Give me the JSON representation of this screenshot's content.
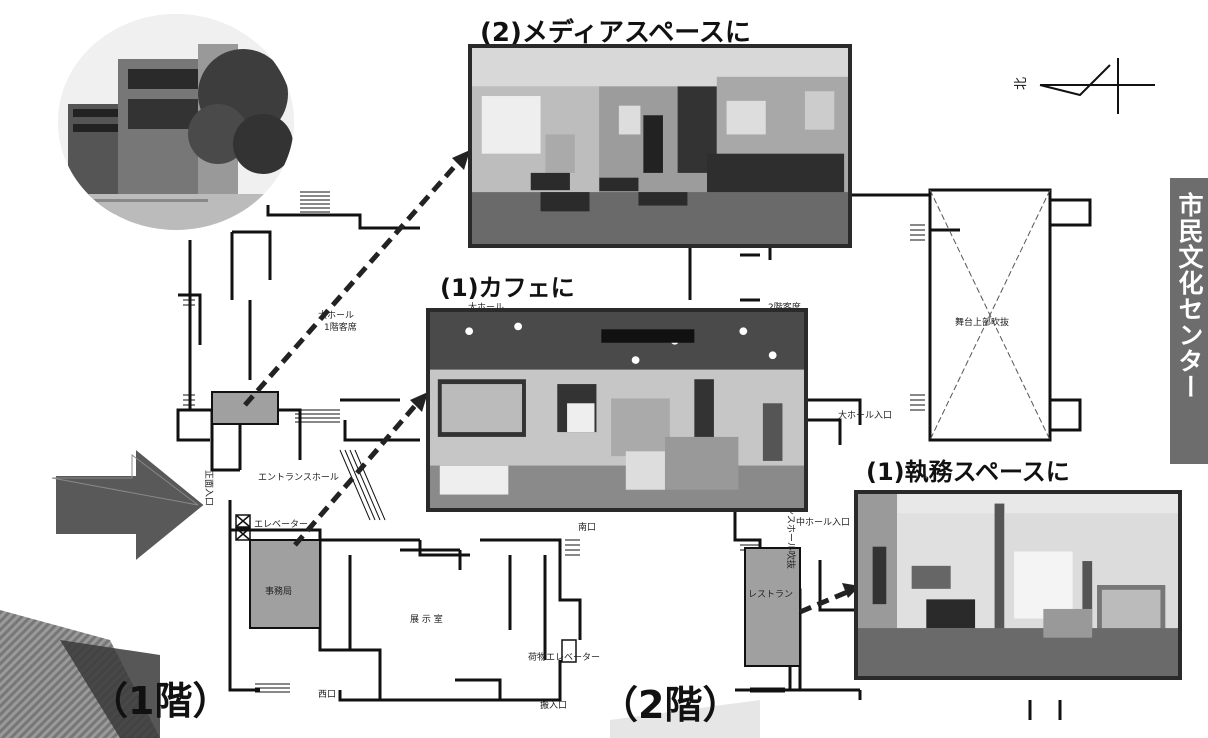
{
  "captions": {
    "media_space": "(2)メディアスペースに",
    "cafe": "(1)カフェに",
    "office_space": "(1)執務スペースに"
  },
  "floors": {
    "first": "（1階）",
    "second": "（2階）"
  },
  "side_tag": "市民文化センター",
  "compass_label": "北",
  "plan_labels": {
    "main_hall_1f_seats": "大ホール",
    "main_hall_1f_seats_sub": "1階客席",
    "main_hall_2f": "大ホール",
    "main_hall_2f_seats": "2階客席",
    "stage_void": "舞台上部吹抜",
    "main_entrance": "正面入口",
    "entrance_hall": "エントランスホール",
    "elevator": "エレベーター",
    "office": "事務局",
    "exhibition_room": "展 示 室",
    "cargo_elevator": "荷物エレベーター",
    "west_entrance": "西口",
    "south_entrance": "南口",
    "delivery_entrance": "搬入口",
    "hall_entrance": "大ホール入口",
    "mid_hall_entrance": "中ホール入口",
    "restaurant": "レストラン",
    "entrance_hall_2f": "エントランスホール吹抜"
  }
}
